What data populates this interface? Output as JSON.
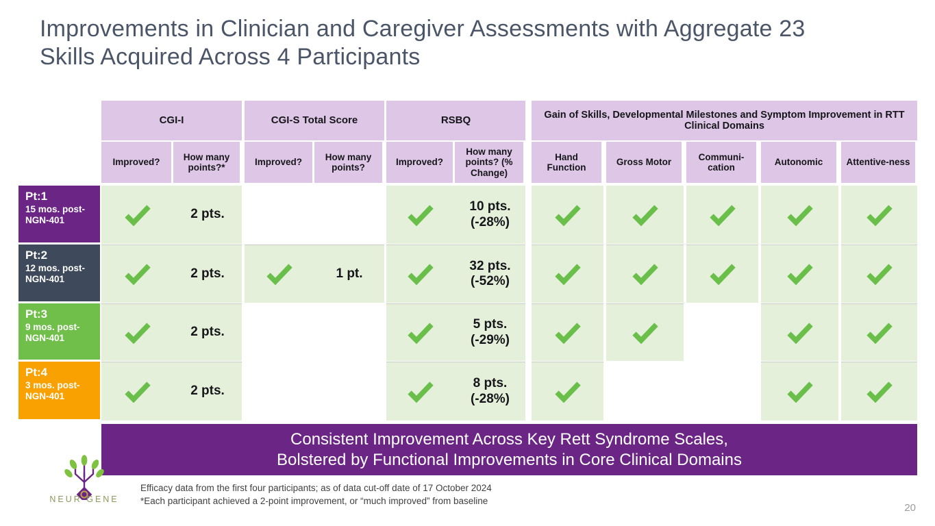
{
  "slide": {
    "title": "Improvements in Clinician and Caregiver Assessments with Aggregate 23 Skills Acquired Across 4 Participants",
    "page_number": "20"
  },
  "colors": {
    "header_lavender": "#ddc6e6",
    "cell_green": "#e4f0da",
    "check_green": "#6abf4b",
    "banner_purple": "#6b2585",
    "title_slate": "#4b5568",
    "pt1": "#6b2585",
    "pt2": "#3e4a5c",
    "pt3": "#70bf4a",
    "pt4": "#f9a100"
  },
  "table": {
    "groups": [
      {
        "id": "cgi-i",
        "label": "CGI-I"
      },
      {
        "id": "cgi-s",
        "label": "CGI-S Total Score"
      },
      {
        "id": "rsbq",
        "label": "RSBQ"
      },
      {
        "id": "domains",
        "label": "Gain of Skills, Developmental Milestones and Symptom Improvement in RTT Clinical Domains"
      }
    ],
    "subheaders": [
      {
        "id": "cgi-i-improved",
        "label": "Improved?"
      },
      {
        "id": "cgi-i-points",
        "label": "How many points?*"
      },
      {
        "id": "cgi-s-improved",
        "label": "Improved?"
      },
      {
        "id": "cgi-s-points",
        "label": "How many points?"
      },
      {
        "id": "rsbq-improved",
        "label": "Improved?"
      },
      {
        "id": "rsbq-points",
        "label": "How many points? (% Change)"
      },
      {
        "id": "hand-function",
        "label": "Hand Function"
      },
      {
        "id": "gross-motor",
        "label": "Gross Motor"
      },
      {
        "id": "communication",
        "label": "Communi-cation"
      },
      {
        "id": "autonomic",
        "label": "Autonomic"
      },
      {
        "id": "attentiveness",
        "label": "Attentive-ness"
      }
    ],
    "rows": [
      {
        "id": "pt1",
        "pt": "Pt:1",
        "detail": "15 mos. post-NGN-401",
        "color": "#6b2585",
        "cells": [
          {
            "type": "check"
          },
          {
            "type": "text",
            "value": "2 pts."
          },
          {
            "type": "blank"
          },
          {
            "type": "blank"
          },
          {
            "type": "check"
          },
          {
            "type": "text",
            "value": "10 pts. (-28%)"
          },
          {
            "type": "check"
          },
          {
            "type": "check"
          },
          {
            "type": "check"
          },
          {
            "type": "check"
          },
          {
            "type": "check"
          }
        ]
      },
      {
        "id": "pt2",
        "pt": "Pt:2",
        "detail": "12 mos. post-NGN-401",
        "color": "#3e4a5c",
        "cells": [
          {
            "type": "check"
          },
          {
            "type": "text",
            "value": "2 pts."
          },
          {
            "type": "check"
          },
          {
            "type": "text",
            "value": "1 pt."
          },
          {
            "type": "check"
          },
          {
            "type": "text",
            "value": "32 pts. (-52%)"
          },
          {
            "type": "check"
          },
          {
            "type": "check"
          },
          {
            "type": "check"
          },
          {
            "type": "check"
          },
          {
            "type": "check"
          }
        ]
      },
      {
        "id": "pt3",
        "pt": "Pt:3",
        "detail": "9 mos. post-NGN-401",
        "color": "#70bf4a",
        "cells": [
          {
            "type": "check"
          },
          {
            "type": "text",
            "value": "2 pts."
          },
          {
            "type": "blank"
          },
          {
            "type": "blank"
          },
          {
            "type": "check"
          },
          {
            "type": "text",
            "value": "5 pts. (-29%)"
          },
          {
            "type": "check"
          },
          {
            "type": "check"
          },
          {
            "type": "blank"
          },
          {
            "type": "check"
          },
          {
            "type": "check"
          }
        ]
      },
      {
        "id": "pt4",
        "pt": "Pt:4",
        "detail": "3 mos. post-NGN-401",
        "color": "#f9a100",
        "cells": [
          {
            "type": "check"
          },
          {
            "type": "text",
            "value": "2 pts."
          },
          {
            "type": "blank"
          },
          {
            "type": "blank"
          },
          {
            "type": "check"
          },
          {
            "type": "text",
            "value": "8 pts. (-28%)"
          },
          {
            "type": "check"
          },
          {
            "type": "blank"
          },
          {
            "type": "blank"
          },
          {
            "type": "check"
          },
          {
            "type": "check"
          }
        ]
      }
    ]
  },
  "banner": {
    "line1": "Consistent Improvement Across Key Rett Syndrome Scales,",
    "line2": "Bolstered by Functional Improvements in Core Clinical Domains"
  },
  "footnotes": {
    "line1": "Efficacy data from the first four participants; as of data cut-off date of 17 October 2024",
    "line2": "*Each participant achieved a 2-point improvement, or “much improved” from baseline"
  },
  "logo": {
    "wordmark": "NEUR  GENE"
  }
}
